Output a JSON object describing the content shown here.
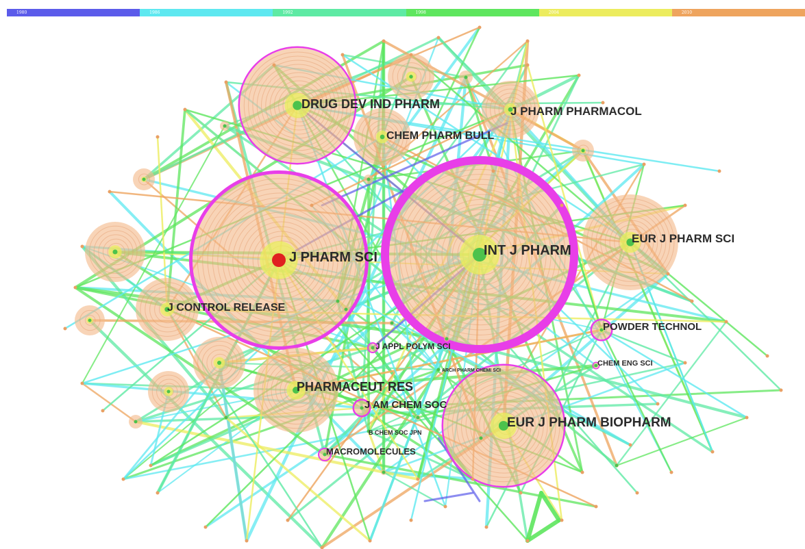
{
  "timeline": {
    "segments": [
      {
        "year": "1980",
        "color": "#5b5bea"
      },
      {
        "year": "1986",
        "color": "#5ee8f0"
      },
      {
        "year": "1992",
        "color": "#5eeaa4"
      },
      {
        "year": "1998",
        "color": "#5ee65e"
      },
      {
        "year": "2004",
        "color": "#ecec5e"
      },
      {
        "year": "2010",
        "color": "#eea45e"
      }
    ]
  },
  "palette": {
    "node_fill": "#f4b98a",
    "halo": "#e83ee8",
    "core": "#e9f25a",
    "center": "#4cc24c",
    "hot": "#e02020"
  },
  "nodes": [
    {
      "id": "drug_dev",
      "label": "DRUG DEV IND PHARM"
    },
    {
      "id": "j_pharm_pharmacol",
      "label": "J PHARM PHARMACOL"
    },
    {
      "id": "chem_pharm_bull",
      "label": "CHEM PHARM BULL"
    },
    {
      "id": "j_pharm_sci",
      "label": "J PHARM SCI"
    },
    {
      "id": "int_j_pharm",
      "label": "INT J PHARM"
    },
    {
      "id": "eur_j_pharm_sci",
      "label": "EUR J PHARM SCI"
    },
    {
      "id": "j_control_release",
      "label": "J CONTROL RELEASE"
    },
    {
      "id": "powder_technol",
      "label": "POWDER TECHNOL"
    },
    {
      "id": "j_appl_polym_sci",
      "label": "J APPL POLYM SCI"
    },
    {
      "id": "chem_eng_sci",
      "label": "CHEM ENG SCI"
    },
    {
      "id": "arch_pharm",
      "label": "ARCH PHARM CHEMI SCI"
    },
    {
      "id": "pharmaceut_res",
      "label": "PHARMACEUT RES"
    },
    {
      "id": "j_am_chem_soc",
      "label": "J AM CHEM SOC"
    },
    {
      "id": "eur_j_pharm_biopharm",
      "label": "EUR J PHARM BIOPHARM"
    },
    {
      "id": "b_chem_soc_jpn",
      "label": "B CHEM SOC JPN"
    },
    {
      "id": "macromolecules",
      "label": "MACROMOLECULES"
    }
  ]
}
